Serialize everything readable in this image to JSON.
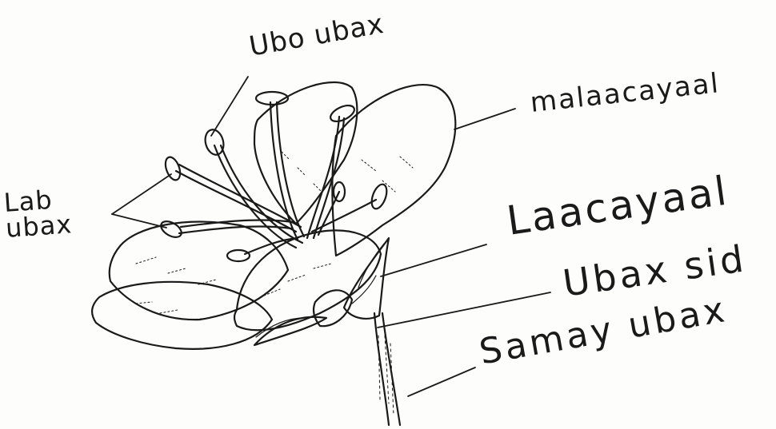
{
  "labels": {
    "ubo_ubax": "Ubo ubax",
    "malaacayaal": "malaacayaal",
    "lab_ubax_line1": "Lab",
    "lab_ubax_line2": "ubax",
    "laacayaal": "Laacayaal",
    "ubax_sid": "Ubax sid",
    "samay_ubax": "Samay ubax"
  },
  "colors": {
    "ink": "#1a1a1a",
    "paper": "#fdfdfb"
  }
}
